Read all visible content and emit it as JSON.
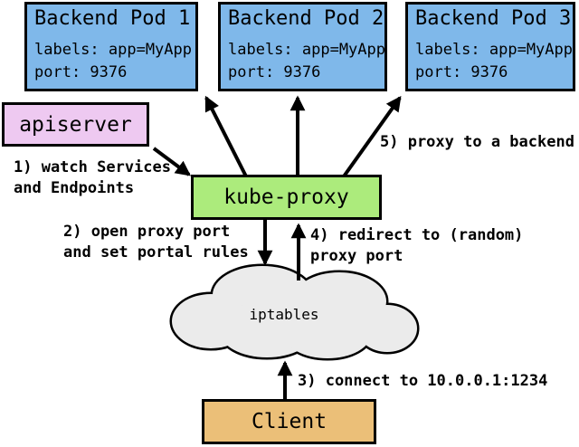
{
  "diagram": {
    "colors": {
      "pod_fill": "#7fb8ea",
      "apiserver_fill": "#eec9f1",
      "kube_proxy_fill": "#aceb7c",
      "cloud_fill": "#ebebeb",
      "client_fill": "#ebbf78",
      "stroke": "#000000"
    },
    "pods": [
      {
        "title": "Backend Pod 1",
        "labels": "labels: app=MyApp",
        "port": "port: 9376"
      },
      {
        "title": "Backend Pod 2",
        "labels": "labels: app=MyApp",
        "port": "port: 9376"
      },
      {
        "title": "Backend Pod 3",
        "labels": "labels: app=MyApp",
        "port": "port: 9376"
      }
    ],
    "apiserver": {
      "title": "apiserver"
    },
    "kube_proxy": {
      "title": "kube-proxy"
    },
    "cloud": {
      "title": "iptables"
    },
    "client": {
      "title": "Client"
    },
    "annotations": {
      "step1": {
        "line1": "1) watch Services",
        "line2": "and Endpoints"
      },
      "step2": {
        "line1": "2) open proxy port",
        "line2": "and set portal rules"
      },
      "step3": {
        "line1": "3) connect to 10.0.0.1:1234"
      },
      "step4": {
        "line1": "4) redirect to (random)",
        "line2": "proxy port"
      },
      "step5": {
        "line1": "5) proxy to a backend"
      }
    }
  }
}
